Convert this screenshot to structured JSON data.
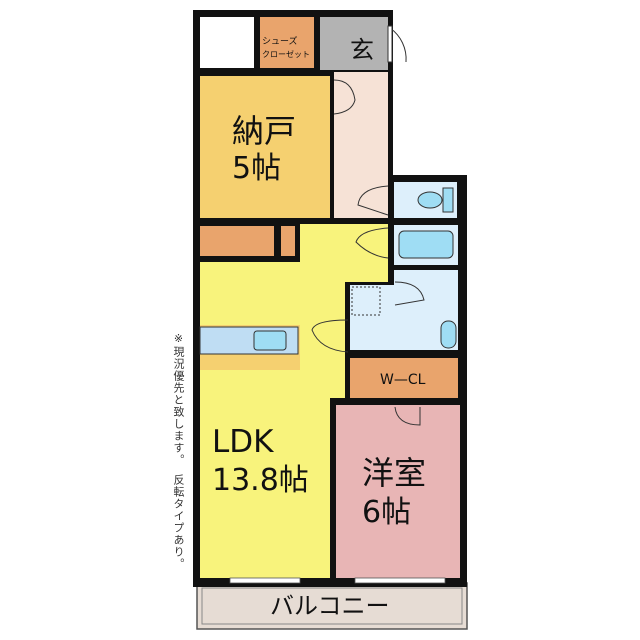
{
  "rooms": {
    "storage": {
      "name": "納戸",
      "size": "5帖"
    },
    "entrance": {
      "name": "玄"
    },
    "shoe_closet": {
      "line1": "シューズ",
      "line2": "クローゼット"
    },
    "ldk": {
      "name": "LDK",
      "size": "13.8帖"
    },
    "western": {
      "name": "洋室",
      "size": "6帖"
    },
    "walk_in_closet": {
      "name": "W—CL"
    },
    "balcony": {
      "name": "バルコニー"
    }
  },
  "notes": {
    "current_condition": "※現況優先と致します。",
    "reversed": "反転タイプあり。"
  },
  "colors": {
    "wall": "#111111",
    "storage": "#F5D070",
    "ldk": "#F8F37C",
    "western": "#E8B5B5",
    "hall": "#F6E2D6",
    "entrance": "#B3B3B3",
    "closet": "#E9A46C",
    "wet": "#DDEFFB",
    "balcony": "#E6DCD4"
  }
}
